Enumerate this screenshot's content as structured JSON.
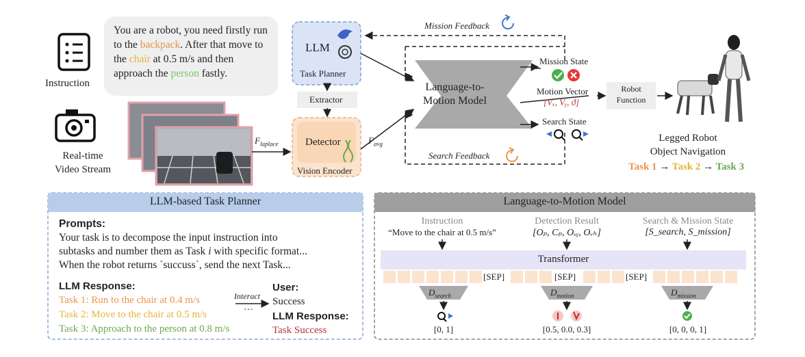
{
  "top": {
    "instruction_label": "Instruction",
    "instruction_text": {
      "part1": "You are a robot, you need firstly run to the ",
      "backpack": "backpack",
      "part2": ". After that move to the ",
      "chair": "chair",
      "part3": " at 0.5 m/s and then approach the ",
      "person": "person",
      "part4": " fastly."
    },
    "video_label_1": "Real-time",
    "video_label_2": "Video Stream",
    "llm_label": "LLM",
    "task_planner_label": "Task Planner",
    "extractor_label": "Extractor",
    "detector_label": "Detector",
    "vision_encoder_label": "Vision Encoder",
    "f_laplace_main": "F",
    "f_laplace_sub": "laplace",
    "f_avg_main": "F",
    "f_avg_sub": "avg",
    "ltm_label_1": "Language-to-",
    "ltm_label_2": "Motion Model",
    "mission_feedback": "Mission Feedback",
    "search_feedback": "Search Feedback",
    "mission_state": "Mission State",
    "motion_vector": "Motion Vector",
    "motion_vector_formula": "[Vₓ, Vᵧ, ϑ]",
    "search_state": "Search State",
    "robot_function_1": "Robot",
    "robot_function_2": "Function",
    "legged_1": "Legged Robot",
    "legged_2": "Object Navigation",
    "task1": "Task 1",
    "task2": "Task 2",
    "task3": "Task 3",
    "arrow": "→"
  },
  "left_panel": {
    "title": "LLM-based Task Planner",
    "prompts_heading": "Prompts:",
    "prompt_line1": "Your task is to decompose the input instruction into",
    "prompt_line2_a": "subtasks and number them as Task ",
    "prompt_line2_i": "i",
    "prompt_line2_b": " with specific format...",
    "prompt_line3": "When the robot returns `succuss`, send the next Task...",
    "llm_response_heading": "LLM Response:",
    "task1": "Task 1: Run to the chair at 0.4 m/s",
    "task2": "Task 2: Move to the chair at 0.5 m/s",
    "task3": "Task 3: Approach to the person at 0.8 m/s",
    "interact": "Interact",
    "dots": "···",
    "user_heading": "User:",
    "user_text": "Success",
    "llm_response_heading_2": "LLM Response:",
    "task_success": "Task Success"
  },
  "right_panel": {
    "title": "Language-to-Motion Model",
    "col1_title": "Instruction",
    "col1_value": "“Move to the chair at 0.5 m/s”",
    "col2_title": "Detection Result",
    "col2_value": "[Oₚ, Cₚ, Oₓᵧ, Oᵥₕ]",
    "col3_title": "Search & Mission State",
    "col3_value": "[S_search, S_mission]",
    "transformer": "Transformer",
    "sep": "[SEP]",
    "d_search": "D",
    "d_search_sub": "search",
    "d_motion": "D",
    "d_motion_sub": "motion",
    "d_mission": "D",
    "d_mission_sub": "mission",
    "out1": "[0, 1]",
    "out2": "[0.5, 0.0, 0.3]",
    "out3": "[0, 0, 0, 1]"
  },
  "colors": {
    "llm_box": "#dbe4f6",
    "detector_box": "#fbe3cd",
    "ltm_shape": "#a9a9a9",
    "panel_left_head": "#b7cdea",
    "panel_right_head": "#9f9f9f",
    "transformer": "#e6e4f6",
    "token": "#fbe3cd",
    "orange": "#e9954a",
    "yellow": "#e7b33a",
    "green": "#7cc26a",
    "red_text": "#b2353a"
  }
}
